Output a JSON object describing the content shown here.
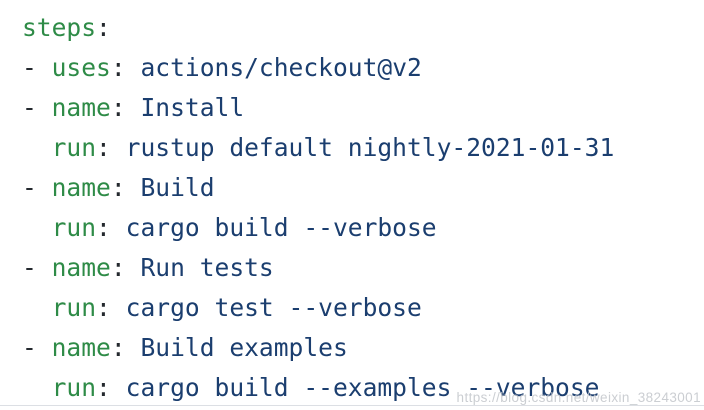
{
  "code_block": {
    "colors": {
      "key": "#2e8b47",
      "punct": "#24292e",
      "value": "#1b3e6f",
      "background": "#ffffff",
      "border": "#dcdfe4"
    },
    "lines": [
      {
        "tokens": [
          {
            "type": "key",
            "text": "steps"
          },
          {
            "type": "punct",
            "text": ":"
          }
        ]
      },
      {
        "tokens": [
          {
            "type": "punct",
            "text": "- "
          },
          {
            "type": "key",
            "text": "uses"
          },
          {
            "type": "punct",
            "text": ":"
          },
          {
            "type": "value",
            "text": " actions/checkout@v2"
          }
        ]
      },
      {
        "tokens": [
          {
            "type": "punct",
            "text": "- "
          },
          {
            "type": "key",
            "text": "name"
          },
          {
            "type": "punct",
            "text": ":"
          },
          {
            "type": "value",
            "text": " Install"
          }
        ]
      },
      {
        "tokens": [
          {
            "type": "plain",
            "text": "  "
          },
          {
            "type": "key",
            "text": "run"
          },
          {
            "type": "punct",
            "text": ":"
          },
          {
            "type": "value",
            "text": " rustup default nightly-2021-01-31"
          }
        ]
      },
      {
        "tokens": [
          {
            "type": "punct",
            "text": "- "
          },
          {
            "type": "key",
            "text": "name"
          },
          {
            "type": "punct",
            "text": ":"
          },
          {
            "type": "value",
            "text": " Build"
          }
        ]
      },
      {
        "tokens": [
          {
            "type": "plain",
            "text": "  "
          },
          {
            "type": "key",
            "text": "run"
          },
          {
            "type": "punct",
            "text": ":"
          },
          {
            "type": "value",
            "text": " cargo build --verbose"
          }
        ]
      },
      {
        "tokens": [
          {
            "type": "punct",
            "text": "- "
          },
          {
            "type": "key",
            "text": "name"
          },
          {
            "type": "punct",
            "text": ":"
          },
          {
            "type": "value",
            "text": " Run tests"
          }
        ]
      },
      {
        "tokens": [
          {
            "type": "plain",
            "text": "  "
          },
          {
            "type": "key",
            "text": "run"
          },
          {
            "type": "punct",
            "text": ":"
          },
          {
            "type": "value",
            "text": " cargo test --verbose"
          }
        ]
      },
      {
        "tokens": [
          {
            "type": "punct",
            "text": "- "
          },
          {
            "type": "key",
            "text": "name"
          },
          {
            "type": "punct",
            "text": ":"
          },
          {
            "type": "value",
            "text": " Build examples"
          }
        ]
      },
      {
        "tokens": [
          {
            "type": "plain",
            "text": "  "
          },
          {
            "type": "key",
            "text": "run"
          },
          {
            "type": "punct",
            "text": ":"
          },
          {
            "type": "value",
            "text": " cargo build --examples --verbose"
          }
        ]
      }
    ]
  },
  "watermark": {
    "text": "https://blog.csdn.net/weixin_38243001",
    "color": "#c3c6cb"
  }
}
